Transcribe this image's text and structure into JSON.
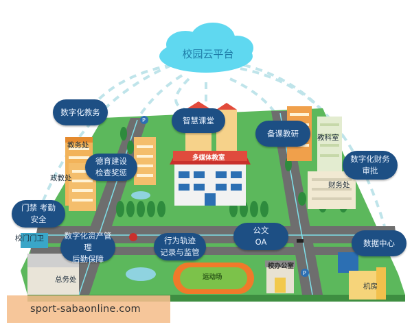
{
  "cloud": {
    "label": "校园云平台"
  },
  "bubbles": {
    "academic_affairs": "数字化教务",
    "smart_classroom": "智慧课堂",
    "lesson_prep": "备课教研",
    "moral_line1": "德育建设",
    "moral_line2": "检查奖惩",
    "finance_line1": "数字化财务",
    "finance_line2": "审批",
    "access_line1": "门禁 考勤",
    "access_line2": "安全",
    "assets_line1": "数字化资产管理",
    "assets_line2": "后勤保障",
    "behavior_line1": "行为轨迹",
    "behavior_line2": "记录与监管",
    "oa_line1": "公文",
    "oa_line2": "OA",
    "data_center": "数据中心"
  },
  "buildings": {
    "academic_office": "教务处",
    "political_office": "政教处",
    "multimedia": "多媒体教室",
    "research_office": "教科室",
    "finance_office": "财务处",
    "gate_guard": "校门门卫",
    "general_affairs": "总务处",
    "playground": "运动场",
    "principal_office": "校办公室",
    "server_room": "机房"
  },
  "watermark": {
    "text": "sport-sabaonline.com"
  },
  "colors": {
    "pill_bg": "#1d4f84",
    "cloud": "#5fd8f0",
    "grass": "#5cb85c",
    "road": "#6b6b6b",
    "track": "#f07a2a",
    "watermark_bg": "#f5be8c"
  }
}
